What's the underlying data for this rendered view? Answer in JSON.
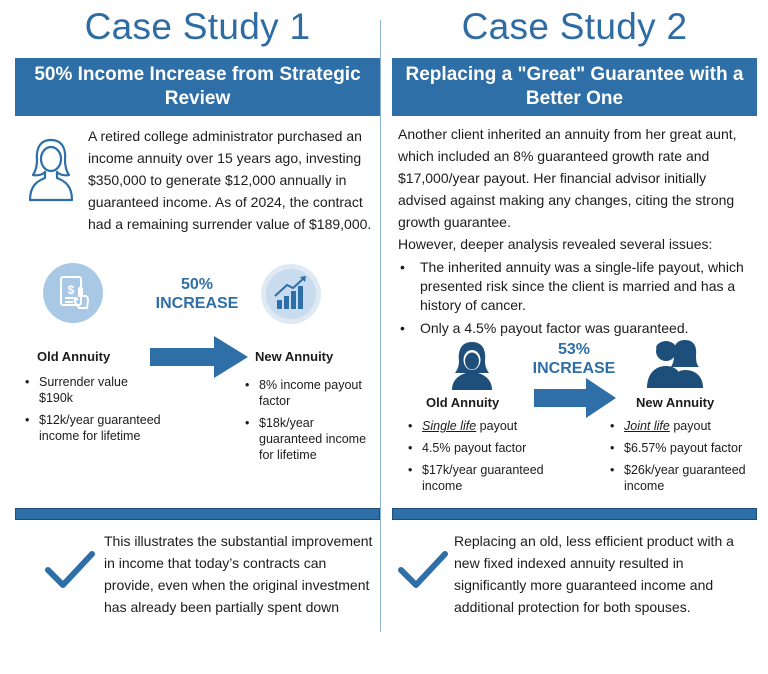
{
  "case1": {
    "title": "Case Study 1",
    "banner": "50% Income Increase from Strategic Review",
    "intro": "A retired college administrator purchased an income annuity over 15 years ago, investing $350,000 to generate $12,000 annually in guaranteed income. As of 2024, the contract had a remaining surrender value of $189,000.",
    "increase": [
      "50%",
      "INCREASE"
    ],
    "old_label": "Old Annuity",
    "old_items": [
      "Surrender value $190k",
      "$12k/year guaranteed income for lifetime"
    ],
    "new_label": "New Annuity",
    "new_items": [
      "8% income payout factor",
      "$18k/year guaranteed  income for lifetime"
    ],
    "summary": "This illustrates the substantial improvement in income that today’s contracts can provide, even when the original investment has already been partially spent down"
  },
  "case2": {
    "title": "Case Study 2",
    "banner": "Replacing a \"Great\" Guarantee with a Better One",
    "intro": "Another client inherited an annuity from her great aunt, which included an 8% guaranteed growth rate and $17,000/year payout. Her financial advisor initially advised against making any changes, citing the strong growth guarantee.",
    "analysis": "However, deeper analysis revealed several issues:",
    "issues": [
      "The inherited annuity was a single-life payout, which presented risk since the client is married and has a history of cancer.",
      "Only a 4.5% payout factor was guaranteed."
    ],
    "increase": [
      "53%",
      "INCREASE"
    ],
    "old_label": "Old Annuity",
    "old_first_em": "Single life",
    "old_first_rest": " payout",
    "old_items": [
      "4.5% payout factor",
      "$17k/year guaranteed income"
    ],
    "new_label": "New Annuity",
    "new_first_em": "Joint life",
    "new_first_rest": " payout",
    "new_items": [
      "$6.57% payout factor",
      "$26k/year guaranteed income"
    ],
    "summary": "Replacing an old, less efficient product with a new fixed indexed annuity resulted in significantly more guaranteed income and additional protection for both spouses."
  },
  "icons": [
    "woman-outline-icon",
    "document-hand-icon",
    "growth-chart-icon",
    "arrow-right-icon",
    "woman-solid-icon",
    "couple-icon",
    "checkmark-icon"
  ],
  "colors": {
    "brand": "#2f6fa7",
    "title": "#2e6ca4",
    "icon_circle": "#a9c8e6"
  }
}
